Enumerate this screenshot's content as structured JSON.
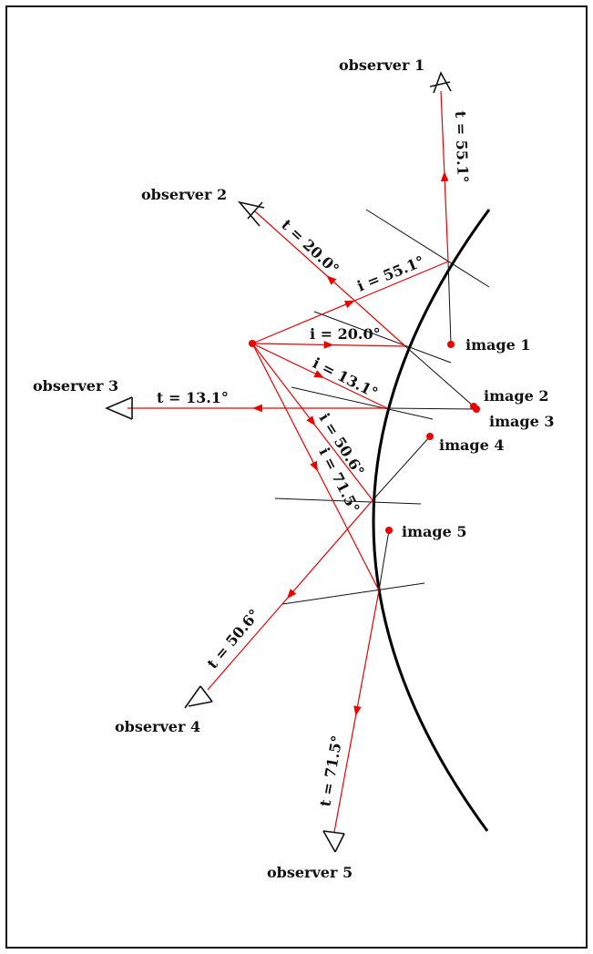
{
  "observers": [
    "observer 1",
    "observer 2",
    "observer 3",
    "observer 4",
    "observer 5"
  ],
  "images": [
    "image 1",
    "image 2",
    "image 3",
    "image 4",
    "image 5"
  ],
  "incidence_labels": [
    "i = 55.1°",
    "i = 20.0°",
    "i = 13.1°",
    "i = 50.6°",
    "i = 71.5°"
  ],
  "transmission_labels": [
    "t = 55.1°",
    "t = 20.0°",
    "t = 13.1°",
    "t = 50.6°",
    "t = 71.5°"
  ],
  "colors": {
    "ray": "#ee0000",
    "surface": "#000000"
  }
}
